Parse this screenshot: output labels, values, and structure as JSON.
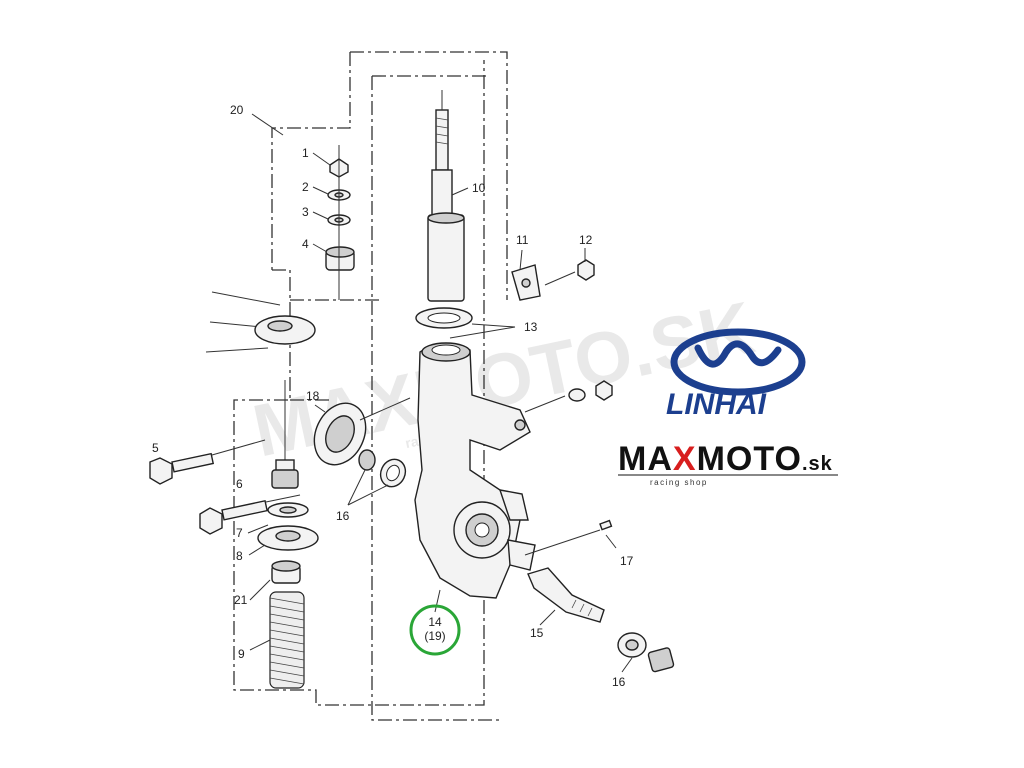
{
  "diagram": {
    "callouts": [
      {
        "id": "c20",
        "text": "20"
      },
      {
        "id": "c1",
        "text": "1"
      },
      {
        "id": "c2",
        "text": "2"
      },
      {
        "id": "c3",
        "text": "3"
      },
      {
        "id": "c4",
        "text": "4"
      },
      {
        "id": "c10",
        "text": "10"
      },
      {
        "id": "c11",
        "text": "11"
      },
      {
        "id": "c12",
        "text": "12"
      },
      {
        "id": "c13",
        "text": "13"
      },
      {
        "id": "c18",
        "text": "18"
      },
      {
        "id": "c5",
        "text": "5"
      },
      {
        "id": "c6",
        "text": "6"
      },
      {
        "id": "c16a",
        "text": "16"
      },
      {
        "id": "c7",
        "text": "7"
      },
      {
        "id": "c8",
        "text": "8"
      },
      {
        "id": "c21",
        "text": "21"
      },
      {
        "id": "c9",
        "text": "9"
      },
      {
        "id": "c17",
        "text": "17"
      },
      {
        "id": "c15",
        "text": "15"
      },
      {
        "id": "c16b",
        "text": "16"
      }
    ],
    "highlight": {
      "line1": "14",
      "line2": "(19)",
      "color": "#2aa637"
    }
  },
  "watermark": {
    "text": "MAXMOTO.SK",
    "sub": "racing shop"
  },
  "brand_linhai": {
    "name": "LINHAI",
    "color": "#1c3f8f"
  },
  "brand_maxmoto": {
    "part1": "MA",
    "x": "X",
    "part2": "MOTO",
    "suffix": ".sk",
    "tagline": "racing shop",
    "accent": "#d81e1e"
  }
}
